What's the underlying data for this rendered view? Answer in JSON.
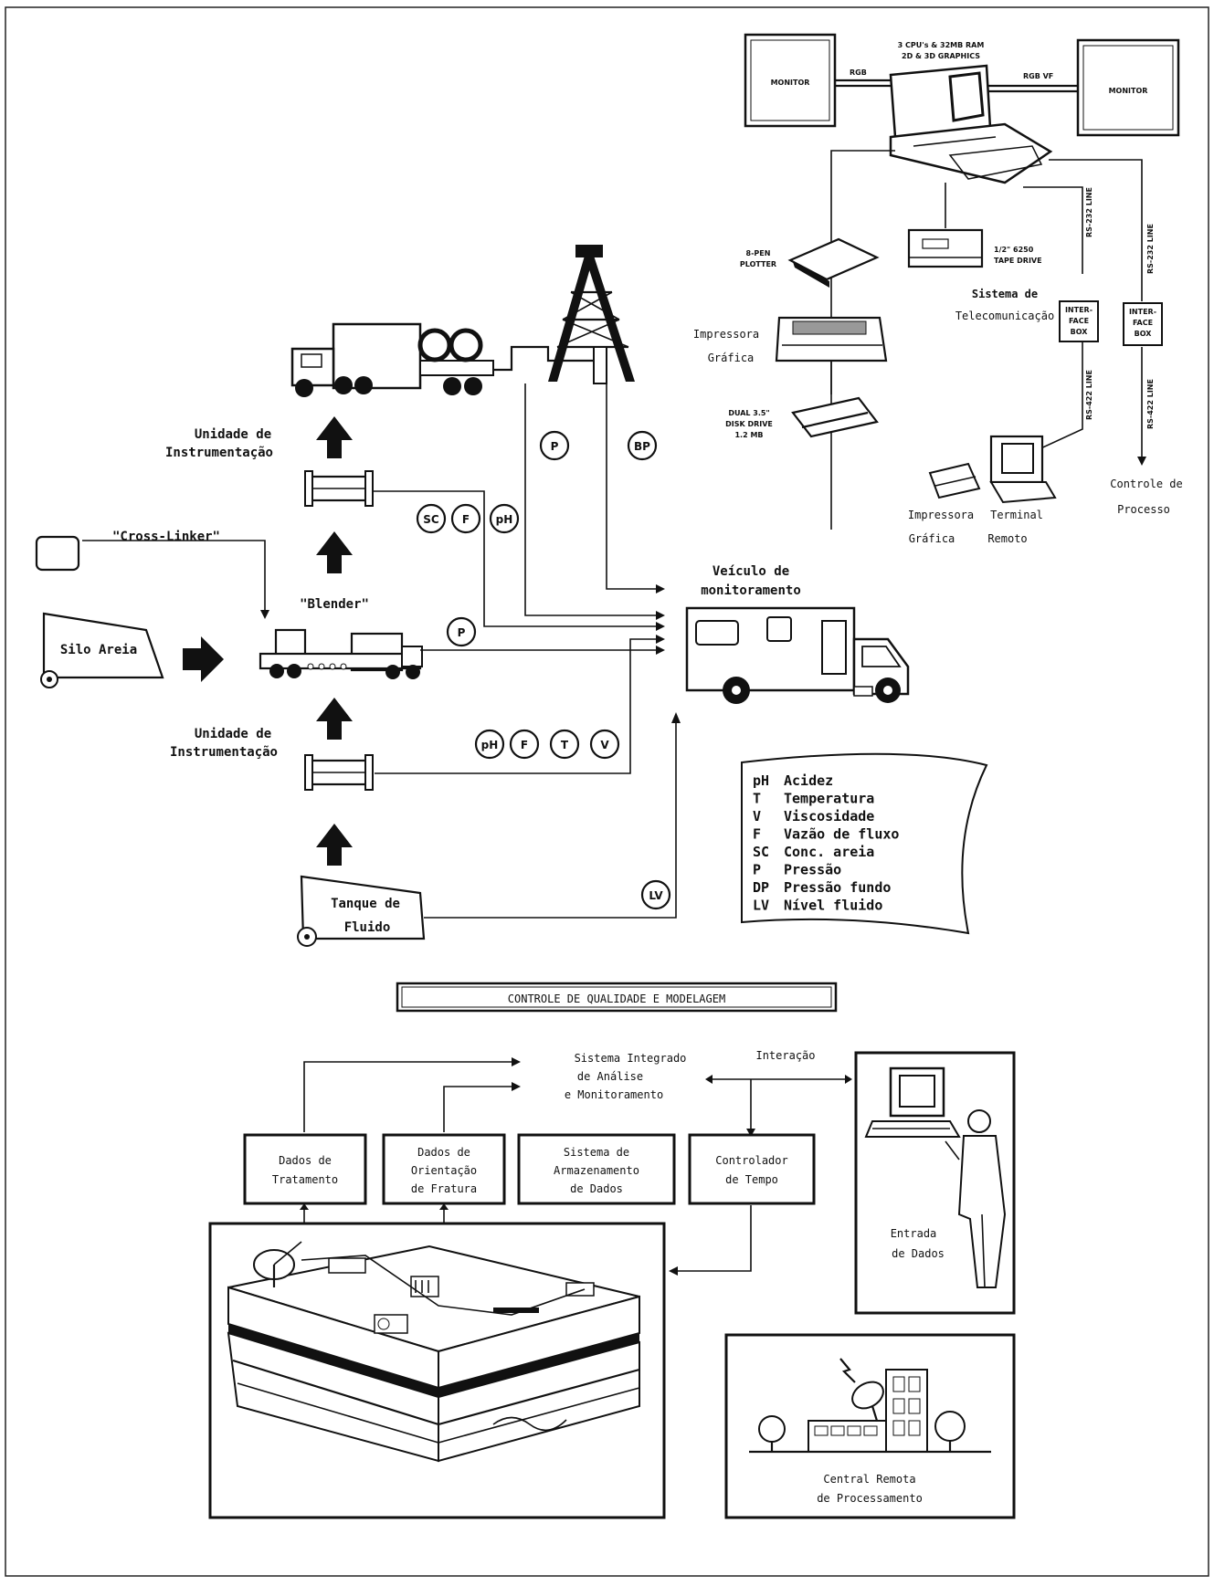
{
  "top": {
    "monitor_left": "MONITOR",
    "monitor_right": "MONITOR",
    "rgb_left": "RGB",
    "rgb_right": "RGB VF",
    "workstation_line1": "3 CPU's & 32MB RAM",
    "workstation_line2": "2D & 3D GRAPHICS",
    "plotter_line1": "8-PEN",
    "plotter_line2": "PLOTTER",
    "tape_line1": "1/2\" 6250",
    "tape_line2": "TAPE DRIVE",
    "disk_line1": "DUAL 3.5\"",
    "disk_line2": "DISK DRIVE",
    "disk_line3": "1.2 MB",
    "rs232_a": "RS-232 LINE",
    "rs232_b": "RS-232 LINE",
    "rs422_a": "RS-422 LINE",
    "rs422_b": "RS-422 LINE",
    "iface_a1": "INTER-",
    "iface_a2": "FACE",
    "iface_a3": "BOX",
    "iface_b1": "INTER-",
    "iface_b2": "FACE",
    "iface_b3": "BOX",
    "telecom_line1": "Sistema de",
    "telecom_line2": "Telecomunicação",
    "printer_top_line1": "Impressora",
    "printer_top_line2": "Gráfica",
    "printer_bottom_line1": "Impressora",
    "printer_bottom_line2": "Gráfica",
    "terminal_line1": "Terminal",
    "terminal_line2": "Remoto",
    "control_line1": "Controle de",
    "control_line2": "Processo"
  },
  "field": {
    "instr_top_line1": "Unidade de",
    "instr_top_line2": "Instrumentação",
    "instr_bottom_line1": "Unidade de",
    "instr_bottom_line2": "Instrumentação",
    "crosslinker": "\"Cross-Linker\"",
    "blender": "\"Blender\"",
    "silo": "Silo Areia",
    "tank_line1": "Tanque de",
    "tank_line2": "Fluido",
    "vehicle_line1": "Veículo de",
    "vehicle_line2": "monitoramento",
    "circles": {
      "p_well": "P",
      "bp_well": "BP",
      "sc": "SC",
      "f_top": "F",
      "ph_top": "pH",
      "p_blender": "P",
      "ph_bottom": "pH",
      "f_bottom": "F",
      "t_bottom": "T",
      "v_bottom": "V",
      "lv": "LV"
    }
  },
  "legend": {
    "items": [
      {
        "code": "pH",
        "label": "Acidez"
      },
      {
        "code": "T",
        "label": "Temperatura"
      },
      {
        "code": "V",
        "label": "Viscosidade"
      },
      {
        "code": "F",
        "label": "Vazão de fluxo"
      },
      {
        "code": "SC",
        "label": "Conc. areia"
      },
      {
        "code": "P",
        "label": "Pressão"
      },
      {
        "code": "DP",
        "label": "Pressão fundo"
      },
      {
        "code": "LV",
        "label": "Nível fluido"
      }
    ]
  },
  "section_title": "CONTROLE DE QUALIDADE E MODELAGEM",
  "bottom": {
    "sys_line1": "Sistema Integrado",
    "sys_line2": "de Análise",
    "sys_line3": "e Monitoramento",
    "interaction": "Interação",
    "box1_line1": "Dados de",
    "box1_line2": "Tratamento",
    "box2_line1": "Dados de",
    "box2_line2": "Orientação",
    "box2_line3": "de Fratura",
    "box3_line1": "Sistema de",
    "box3_line2": "Armazenamento",
    "box3_line3": "de Dados",
    "box4_line1": "Controlador",
    "box4_line2": "de Tempo",
    "entry_line1": "Entrada",
    "entry_line2": "de Dados",
    "central_line1": "Central Remota",
    "central_line2": "de Processamento"
  }
}
